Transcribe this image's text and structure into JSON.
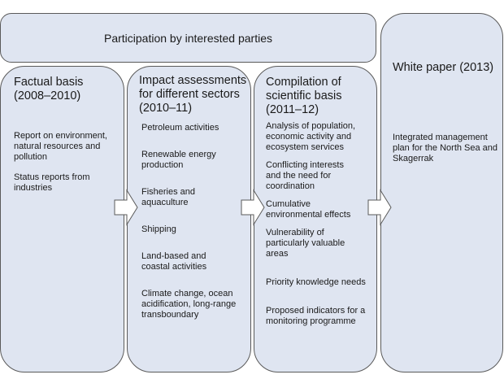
{
  "diagram": {
    "type": "process-flow",
    "top_bar": {
      "label": "Participation by interested parties"
    },
    "stages": [
      {
        "title_lines": [
          "Factual basis",
          "(2008–2010)"
        ],
        "items": [
          "Report on environment, natural resources and pollution",
          "Status reports from industries"
        ]
      },
      {
        "title_lines": [
          "Impact assessments",
          "for different sectors",
          "(2010–11)"
        ],
        "items": [
          "Petroleum activities",
          "Renewable energy production",
          "Fisheries and aquaculture",
          "Shipping",
          "Land-based and coastal activities",
          "Climate change, ocean acidification, long-range transboundary"
        ]
      },
      {
        "title_lines": [
          "Compilation of",
          "scientific basis",
          "(2011–12)"
        ],
        "items": [
          "Analysis of population, economic activity and ecosystem services",
          "Conflicting interests and the need for coordination",
          "Cumulative environmental effects",
          "Vulnerability of particularly valuable areas",
          "Priority knowledge needs",
          "Proposed indicators for a monitoring programme"
        ]
      },
      {
        "title_lines": [
          "White paper (2013)"
        ],
        "items": [
          "Integrated management plan for the North Sea and Skagerrak"
        ]
      }
    ],
    "arrows": [
      {
        "from": "Factual basis",
        "to": "Impact assessments"
      },
      {
        "from": "Impact assessments",
        "to": "Compilation of scientific basis"
      },
      {
        "from": "Compilation of scientific basis",
        "to": "White paper"
      }
    ],
    "colors": {
      "box_fill": "#dfe5f1",
      "box_border": "#5a5a5a",
      "arrow_fill": "#ffffff"
    }
  }
}
